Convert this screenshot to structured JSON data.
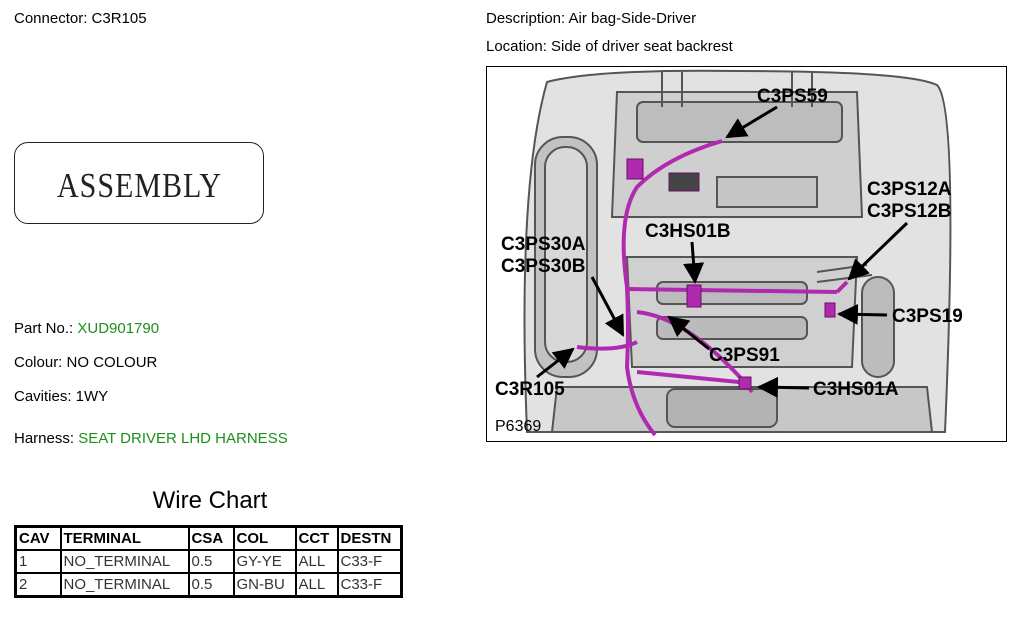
{
  "header": {
    "connector": "Connector: C3R105",
    "description": "Description: Air bag-Side-Driver",
    "location": "Location: Side of driver seat backrest"
  },
  "assembly_label": "ASSEMBLY",
  "info": {
    "part_label": "Part No.:",
    "part_value": "XUD901790",
    "colour": "Colour: NO COLOUR",
    "cavities": "Cavities: 1WY",
    "harness_label": "Harness:",
    "harness_value": "SEAT DRIVER LHD HARNESS"
  },
  "wire_chart": {
    "title": "Wire Chart",
    "headers": [
      "CAV",
      "TERMINAL",
      "CSA",
      "COL",
      "CCT",
      "DESTN"
    ],
    "rows": [
      [
        "1",
        "NO_TERMINAL",
        "0.5",
        "GY-YE",
        "ALL",
        "C33-F"
      ],
      [
        "2",
        "NO_TERMINAL",
        "0.5",
        "GN-BU",
        "ALL",
        "C33-F"
      ]
    ]
  },
  "diagram": {
    "figure_id": "P6369",
    "labels": {
      "c3ps59": "C3PS59",
      "c3ps12a": "C3PS12A",
      "c3ps12b": "C3PS12B",
      "c3hs01b": "C3HS01B",
      "c3ps30a": "C3PS30A",
      "c3ps30b": "C3PS30B",
      "c3ps19": "C3PS19",
      "c3ps91": "C3PS91",
      "c3r105": "C3R105",
      "c3hs01a": "C3HS01A"
    },
    "colors": {
      "harness": "#b02ab0",
      "line_art": "#555555",
      "fill": "#d4d4d4"
    }
  }
}
